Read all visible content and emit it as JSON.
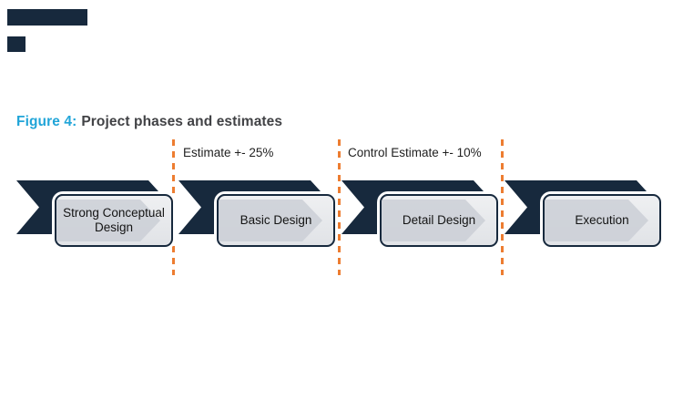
{
  "caption": {
    "prefix": "Figure 4:",
    "title": "Project phases and estimates"
  },
  "estimates": [
    {
      "text": "Estimate +- 25%"
    },
    {
      "text": "Control Estimate +- 10%"
    }
  ],
  "phases": [
    {
      "label": "Strong Conceptual Design"
    },
    {
      "label": "Basic Design"
    },
    {
      "label": "Detail Design"
    },
    {
      "label": "Execution"
    }
  ],
  "colors": {
    "navy": "#17293D",
    "divider_orange": "#ED7D31",
    "caption_accent": "#21A5D8",
    "caption_text": "#414245",
    "card_fill_top": "#EFF0F2",
    "card_fill_bottom": "#E1E3E7",
    "card_inner_chevron": "#C9CDD4"
  }
}
